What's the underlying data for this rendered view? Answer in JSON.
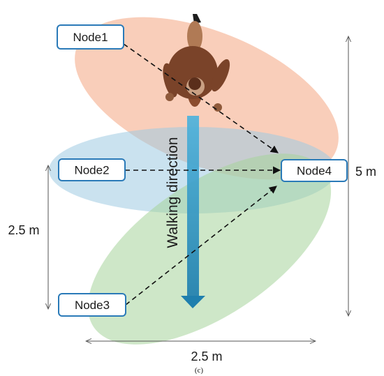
{
  "nodes": {
    "node1": "Node1",
    "node2": "Node2",
    "node3": "Node3",
    "node4": "Node4"
  },
  "walking_direction": "Walking direction",
  "dimensions": {
    "height_right": "5 m",
    "height_left": "2.5 m",
    "width_bottom": "2.5 m"
  },
  "caption": "(c)",
  "colors": {
    "zone_node1": "#f4a582",
    "zone_node2": "#9ecae1",
    "zone_node3": "#a6d49a",
    "node_border": "#2a7ab8",
    "walk_arrow": "#2b93c6",
    "person_skin": "#7a4329"
  }
}
